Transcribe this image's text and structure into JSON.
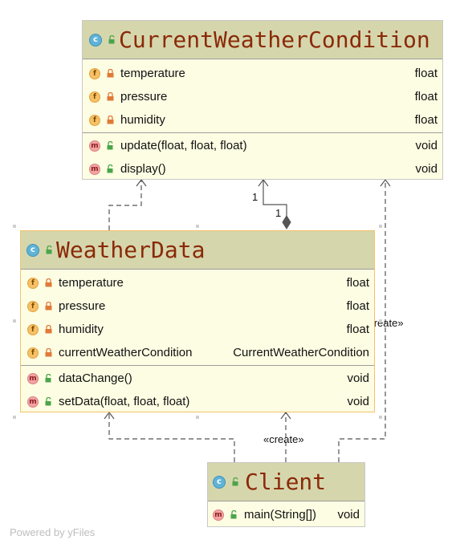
{
  "classes": {
    "current": {
      "kind_icon": "class-icon",
      "title": "CurrentWeatherCondition",
      "fields": [
        {
          "name": "temperature",
          "type": "float"
        },
        {
          "name": "pressure",
          "type": "float"
        },
        {
          "name": "humidity",
          "type": "float"
        }
      ],
      "methods": [
        {
          "name": "update(float, float, float)",
          "type": "void"
        },
        {
          "name": "display()",
          "type": "void"
        }
      ]
    },
    "weather": {
      "kind_icon": "class-icon",
      "title": "WeatherData",
      "fields": [
        {
          "name": "temperature",
          "type": "float"
        },
        {
          "name": "pressure",
          "type": "float"
        },
        {
          "name": "humidity",
          "type": "float"
        },
        {
          "name": "currentWeatherCondition",
          "type": "CurrentWeatherCondition"
        }
      ],
      "methods": [
        {
          "name": "dataChange()",
          "type": "void"
        },
        {
          "name": "setData(float, float, float)",
          "type": "void"
        }
      ]
    },
    "client": {
      "kind_icon": "class-with-main-icon",
      "title": "Client",
      "methods": [
        {
          "name": "main(String[])",
          "type": "void"
        }
      ]
    }
  },
  "badges": {
    "field": "f",
    "method": "m",
    "class": "c"
  },
  "edge_labels": {
    "multiplicity_top": "1",
    "multiplicity_bottom": "1",
    "create_right": "«create»",
    "create_bottom": "«create»"
  },
  "colors": {
    "node_fill": "#fdfde3",
    "header_fill": "#d6d6ad",
    "title_text": "#8a2a08",
    "selected_border": "#f2c36b",
    "edge": "#555555"
  },
  "watermark": "Powered by yFiles"
}
